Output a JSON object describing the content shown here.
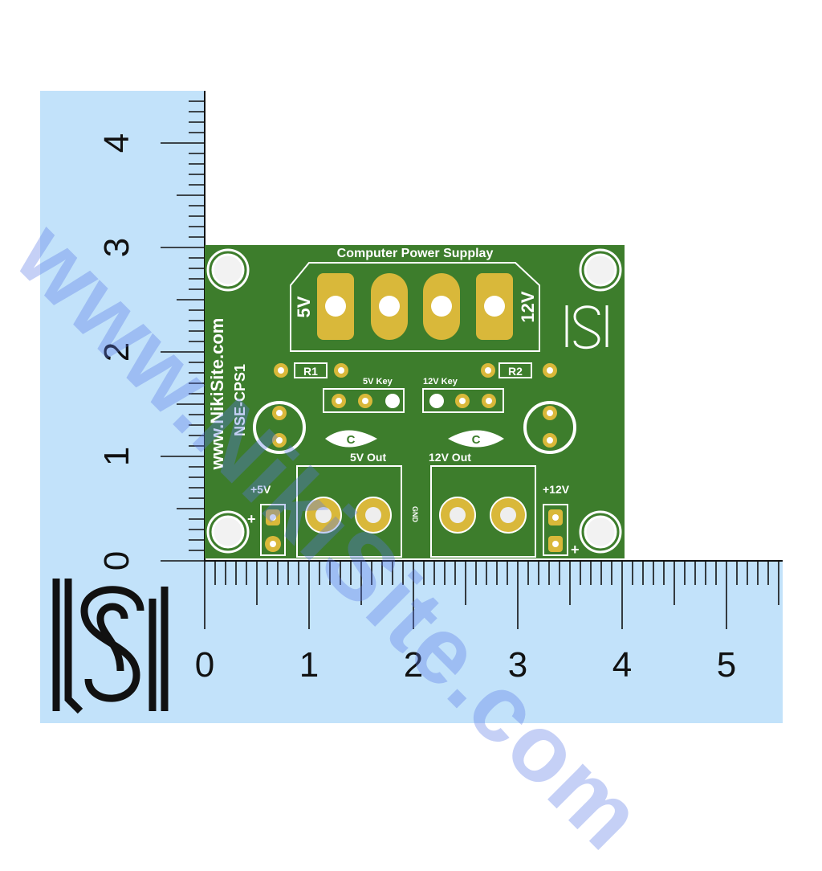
{
  "board": {
    "title": "Computer Power Supplay",
    "site": "www.NikiSite.com",
    "model": "NSE-CPS1",
    "label_5v": "5V",
    "label_12v": "12V",
    "r1": "R1",
    "r2": "R2",
    "key_5v": "5V Key",
    "key_12v": "12V Key",
    "cap": "C",
    "out_5v": "5V Out",
    "out_12v": "12V Out",
    "plus_5v": "+5V",
    "plus_12v": "+12V",
    "gnd": "GND",
    "plus": "+"
  },
  "ruler_vertical": {
    "labels": [
      "0",
      "1",
      "2",
      "3",
      "4"
    ]
  },
  "ruler_horizontal": {
    "labels": [
      "0",
      "1",
      "2",
      "3",
      "4",
      "5"
    ]
  },
  "watermark": "www.NikiSite.com",
  "colors": {
    "ruler": "#c2e2fa",
    "pcb": "#3d7d2c",
    "gold": "#d9b83a"
  }
}
